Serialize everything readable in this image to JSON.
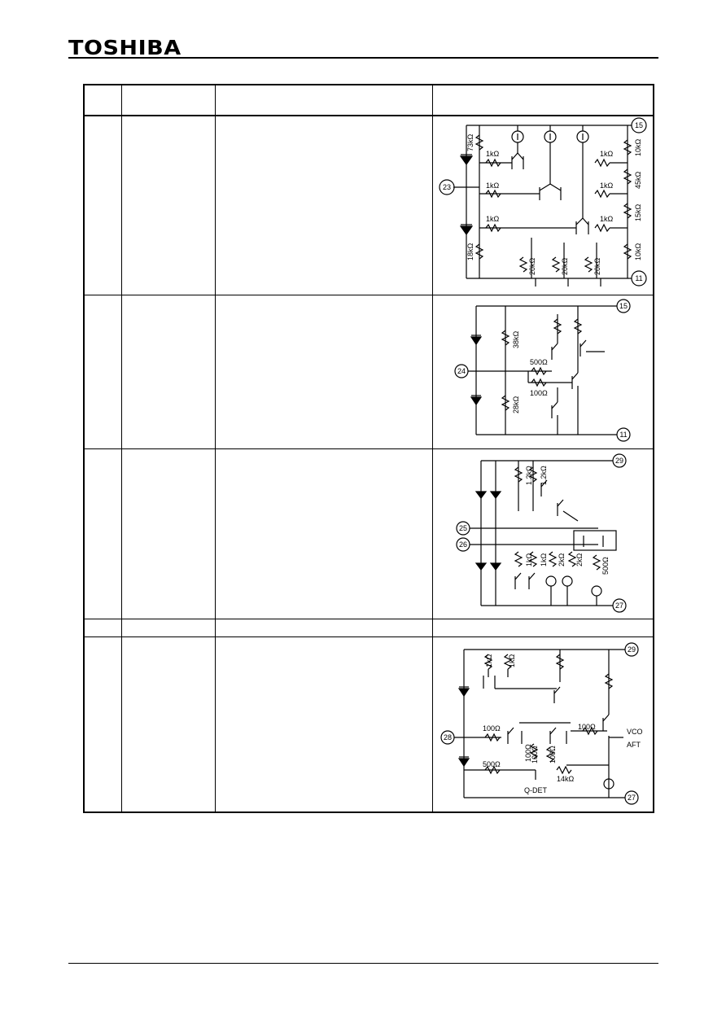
{
  "header": {
    "brand": "TOSHIBA"
  },
  "table": {
    "rows": [
      {
        "circuit": {
          "pins": [
            "15",
            "23",
            "11"
          ],
          "labels": [
            "73kΩ",
            "1kΩ",
            "1kΩ",
            "10kΩ",
            "1kΩ",
            "1kΩ",
            "45kΩ",
            "1kΩ",
            "1kΩ",
            "15kΩ",
            "18kΩ",
            "20kΩ",
            "20kΩ",
            "20kΩ",
            "10kΩ"
          ]
        }
      },
      {
        "circuit": {
          "pins": [
            "15",
            "24",
            "11"
          ],
          "labels": [
            "38kΩ",
            "500Ω",
            "100Ω",
            "28kΩ"
          ]
        }
      },
      {
        "circuit": {
          "pins": [
            "29",
            "25",
            "26",
            "27"
          ],
          "labels": [
            "1.2kΩ",
            "1.2kΩ",
            "1kΩ",
            "1kΩ",
            "2kΩ",
            "2kΩ",
            "500Ω"
          ]
        }
      },
      {
        "circuit": null
      },
      {
        "circuit": {
          "pins": [
            "29",
            "28",
            "27"
          ],
          "labels": [
            "1kΩ",
            "1kΩ",
            "100Ω",
            "100Ω",
            "100Ω",
            "100Ω",
            "100Ω",
            "500Ω",
            "14kΩ"
          ],
          "signals": [
            "VCO",
            "AFT",
            "Q-DET"
          ]
        }
      }
    ]
  }
}
